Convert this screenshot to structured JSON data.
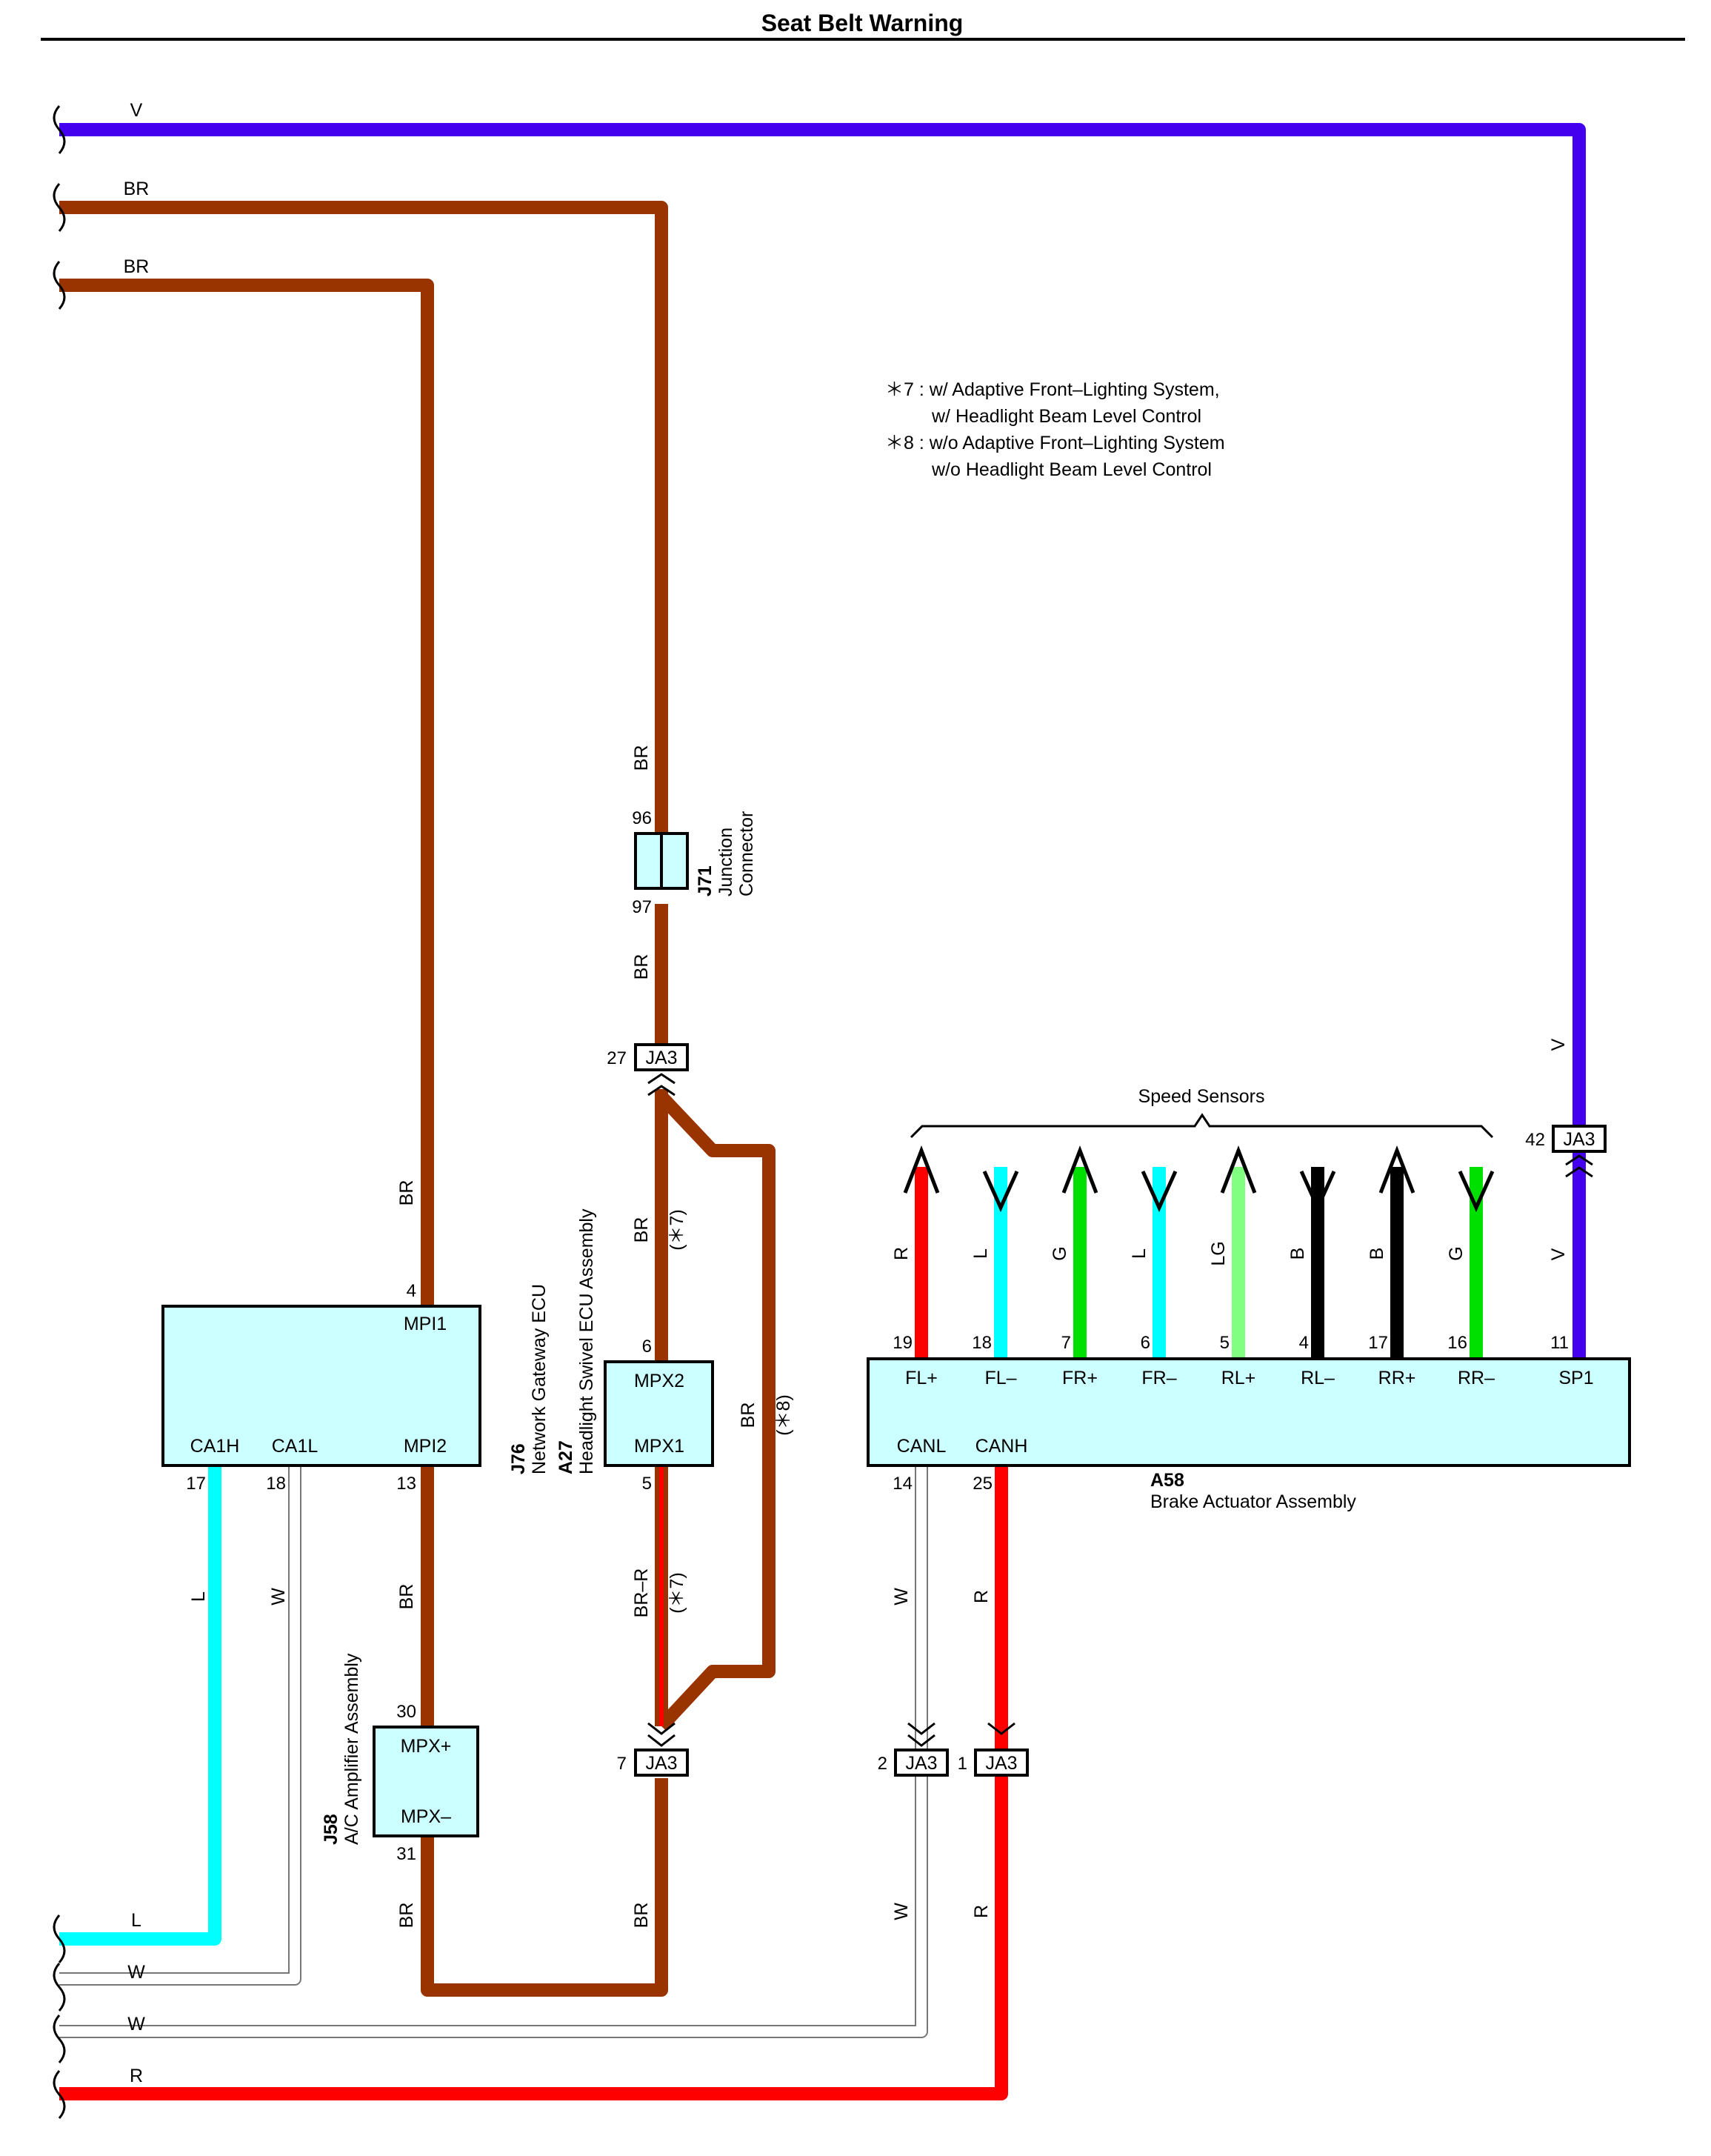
{
  "title": "Seat Belt Warning",
  "colors": {
    "V": "#4400ee",
    "BR": "#993300",
    "L": "#00ffff",
    "W": "#ffffff",
    "R": "#ff0000",
    "G": "#00e000",
    "LG": "#80ff80",
    "B": "#000000",
    "box_fill": "#ccffff"
  },
  "notes": [
    "＊7 : w/ Adaptive Front–Lighting System,",
    "w/ Headlight Beam Level Control",
    "＊8 : w/o Adaptive Front–Lighting System",
    "w/o Headlight Beam Level Control"
  ],
  "left_wires": {
    "v": "V",
    "br_1": "BR",
    "br_2": "BR",
    "l": "L",
    "w_1": "W",
    "w_2": "W",
    "r": "R"
  },
  "j76": {
    "code": "J76",
    "name": "Network Gateway ECU",
    "pins": {
      "mpi1": "MPI1",
      "mpi2": "MPI2",
      "ca1h": "CA1H",
      "ca1l": "CA1L"
    },
    "nums": {
      "mpi1": "4",
      "mpi2": "13",
      "ca1h": "17",
      "ca1l": "18"
    },
    "wire_labels": {
      "upper": "BR",
      "lower": "BR",
      "ca1h": "L",
      "ca1l": "W"
    }
  },
  "j58": {
    "code": "J58",
    "name": "A/C Amplifier Assembly",
    "pins": {
      "mpx_plus": "MPX+",
      "mpx_minus": "MPX–"
    },
    "nums": {
      "mpx_plus": "30",
      "mpx_minus": "31"
    },
    "wire_label": "BR"
  },
  "j71": {
    "code": "J71",
    "name_line1": "Junction",
    "name_line2": "Connector",
    "nums": {
      "top": "96",
      "bottom": "97"
    },
    "wire_labels": {
      "above": "BR",
      "below": "BR"
    }
  },
  "a27": {
    "code": "A27",
    "name": "Headlight Swivel ECU Assembly",
    "pins": {
      "mpx2": "MPX2",
      "mpx1": "MPX1"
    },
    "nums": {
      "mpx2": "6",
      "mpx1": "5"
    },
    "wire_labels": {
      "upper": "BR",
      "upper_note": "(＊7)",
      "lower": "BR–R",
      "lower_note": "(＊7)",
      "bypass": "BR",
      "bypass_note": "(＊8)",
      "bottom": "BR"
    }
  },
  "ja3": {
    "label": "JA3",
    "nums": {
      "top": "27",
      "bottom": "7",
      "canl": "2",
      "canh": "1",
      "sp1": "42"
    }
  },
  "a58": {
    "code": "A58",
    "name": "Brake Actuator Assembly",
    "group_label": "Speed Sensors",
    "sensors": [
      {
        "pin": "FL+",
        "num": "19",
        "wire": "R"
      },
      {
        "pin": "FL–",
        "num": "18",
        "wire": "L"
      },
      {
        "pin": "FR+",
        "num": "7",
        "wire": "G"
      },
      {
        "pin": "FR–",
        "num": "6",
        "wire": "L"
      },
      {
        "pin": "RL+",
        "num": "5",
        "wire": "LG"
      },
      {
        "pin": "RL–",
        "num": "4",
        "wire": "B"
      },
      {
        "pin": "RR+",
        "num": "17",
        "wire": "B"
      },
      {
        "pin": "RR–",
        "num": "16",
        "wire": "G"
      }
    ],
    "sp1": {
      "pin": "SP1",
      "num": "11",
      "wire": "V",
      "wire_above": "V"
    },
    "canl": {
      "pin": "CANL",
      "num": "14",
      "wire": "W",
      "wire_below": "W"
    },
    "canh": {
      "pin": "CANH",
      "num": "25",
      "wire": "R",
      "wire_below": "R"
    }
  }
}
